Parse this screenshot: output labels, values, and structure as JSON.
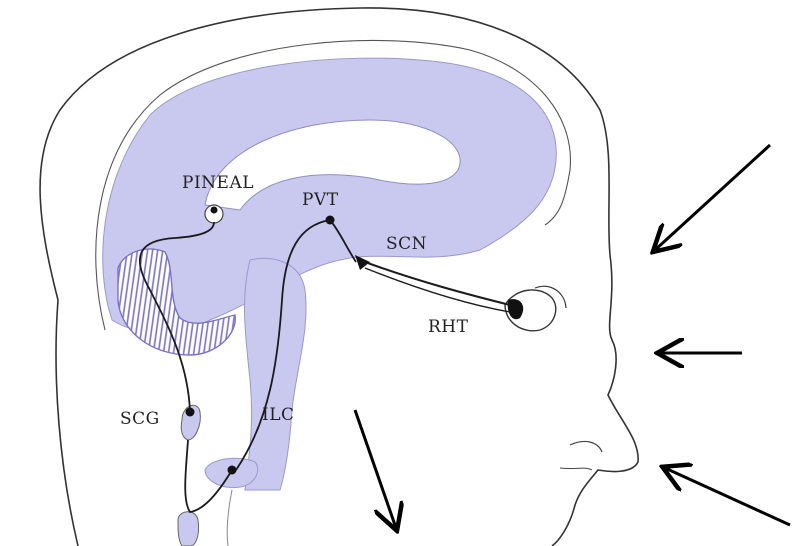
{
  "labels": {
    "pineal": "PINEAL",
    "pvt": "PVT",
    "scn": "SCN",
    "rht": "RHT",
    "scg": "SCG",
    "ilc": "ILC"
  },
  "colors": {
    "brain_fill": "#c9c9f0",
    "cerebellum_hatch": "#7a72c8",
    "outline": "#333333",
    "nerve": "#1a1a1a",
    "arrow": "#000000"
  }
}
